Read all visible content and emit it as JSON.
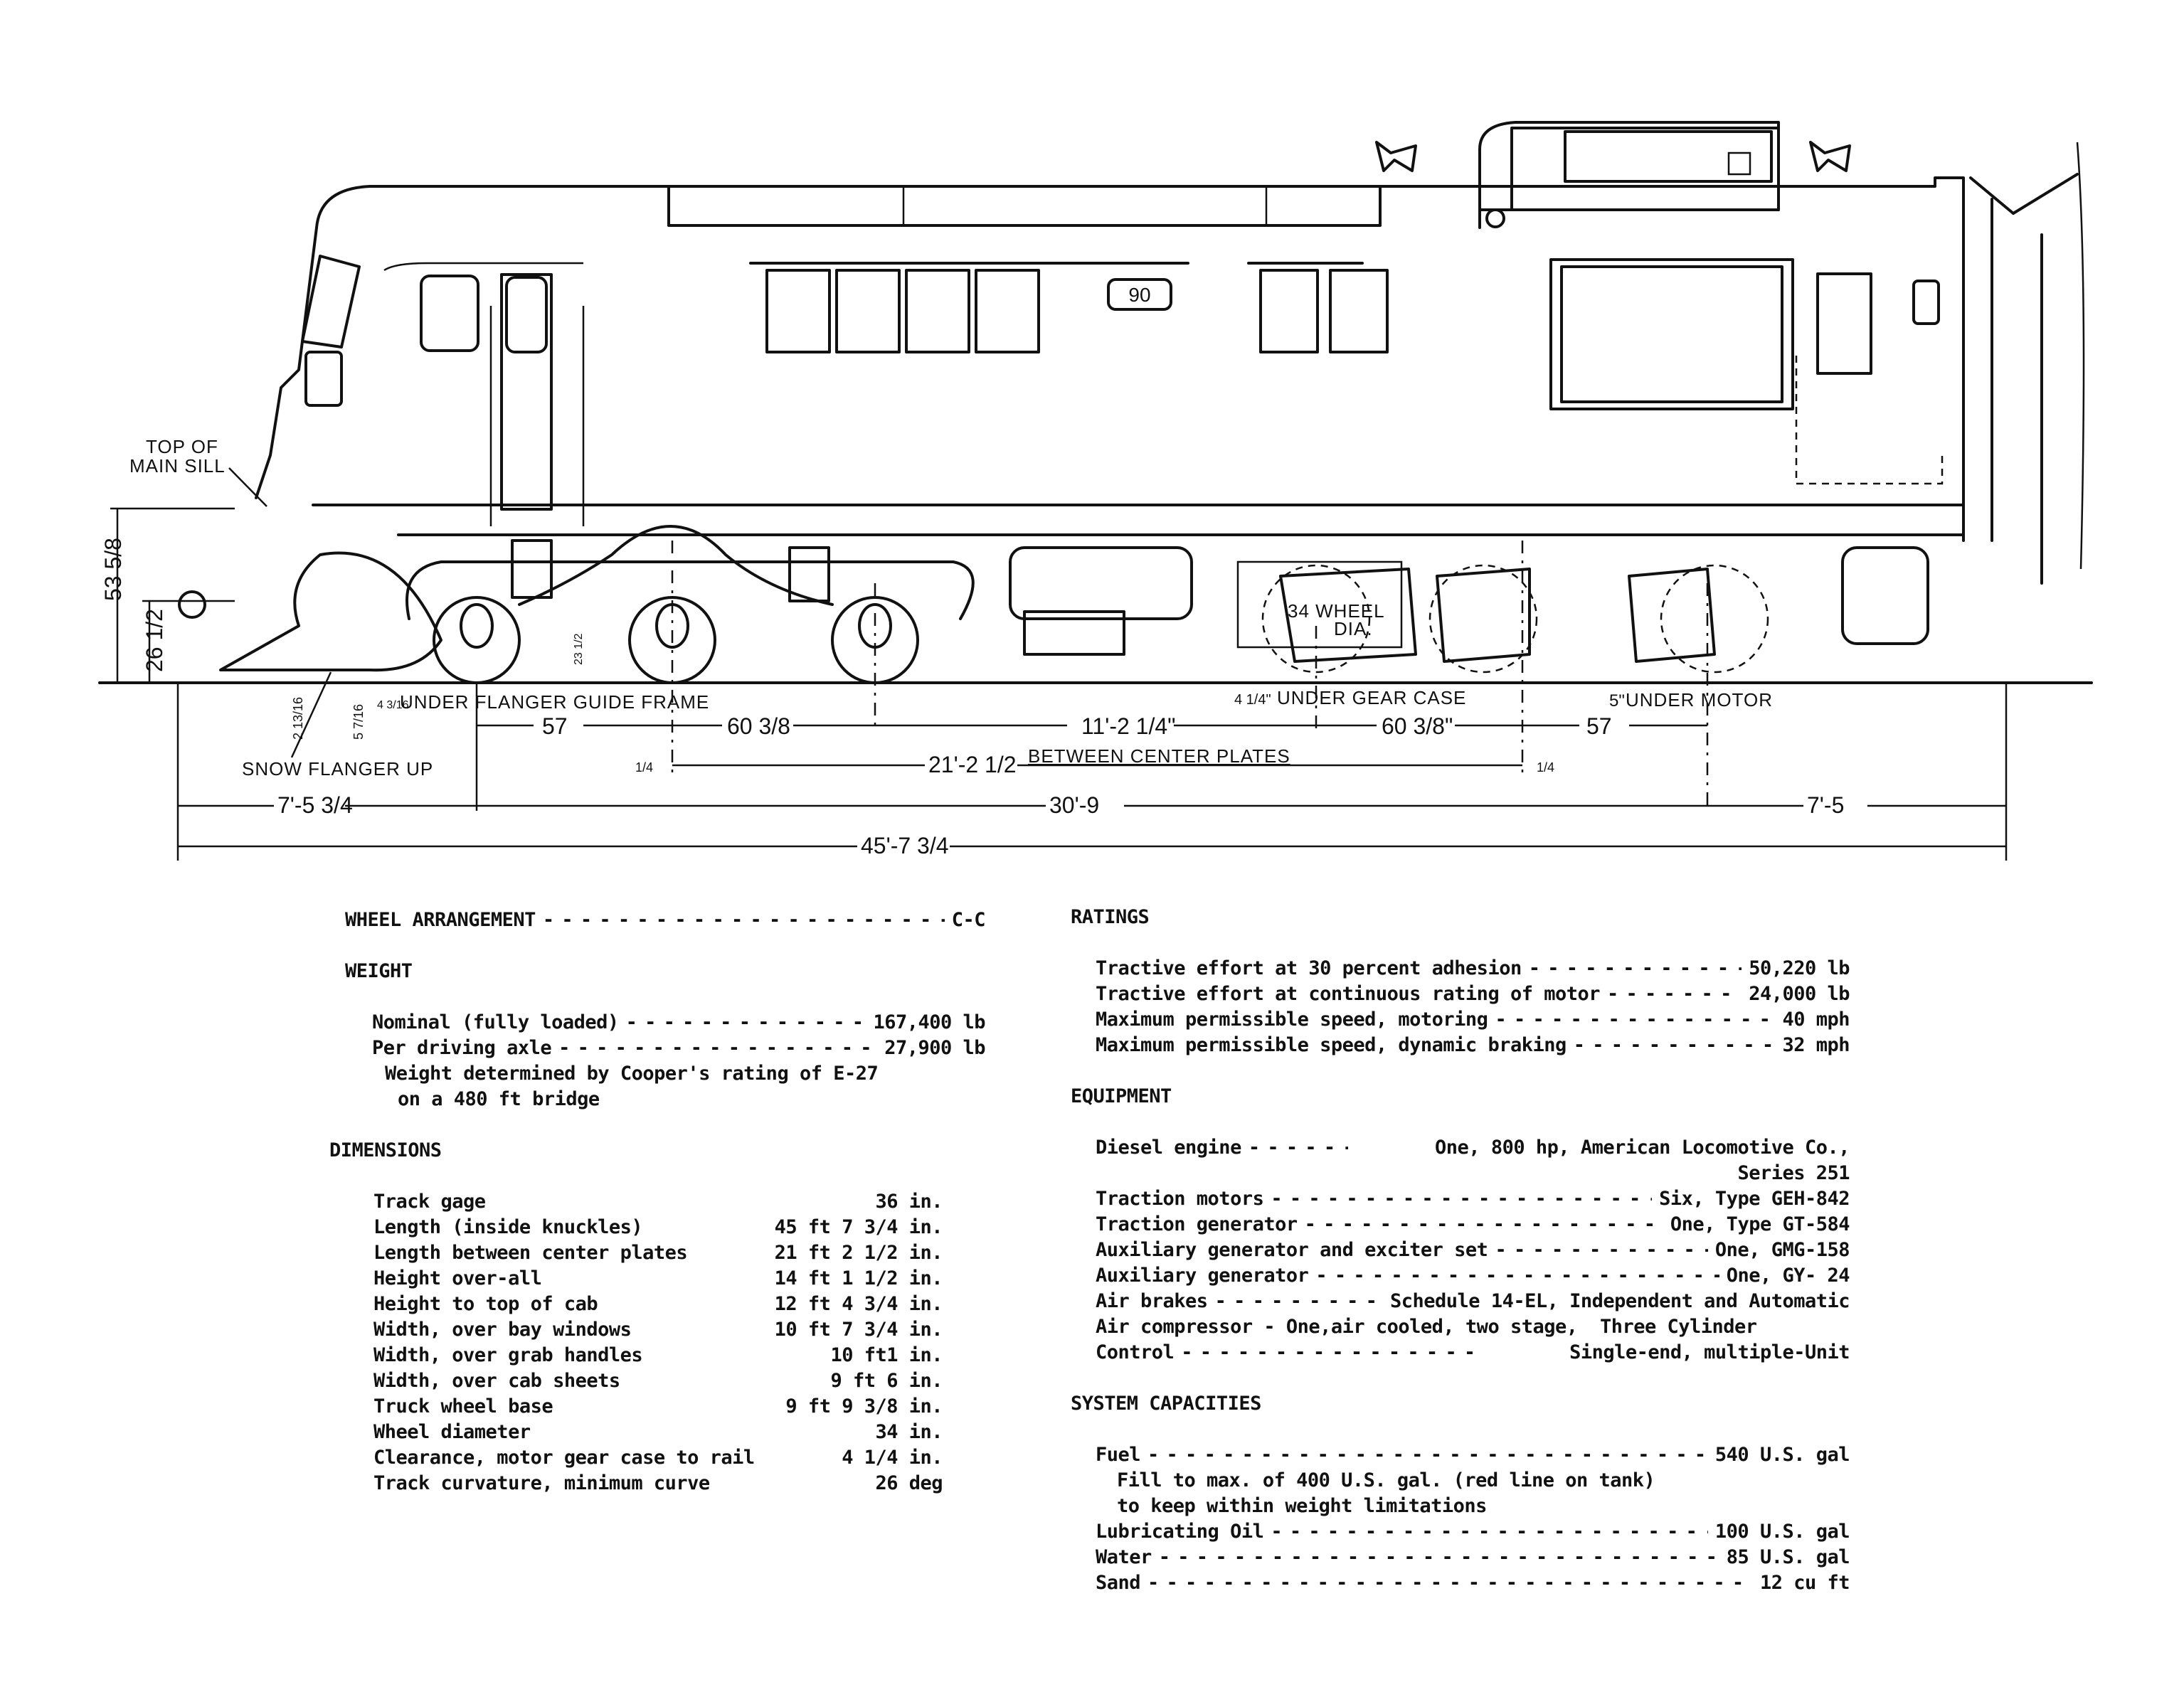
{
  "drawing": {
    "unit_number": "90",
    "labels": {
      "top_of_main_sill_1": "TOP OF",
      "top_of_main_sill_2": "MAIN SILL",
      "snow_flanger_up": "SNOW FLANGER UP",
      "under_flanger_guide_frame": "UNDER FLANGER GUIDE FRAME",
      "under_gear_case": "UNDER GEAR CASE",
      "under_motor": "UNDER MOTOR",
      "wheel_dia_1": "34 WHEEL",
      "wheel_dia_2": "DIA.",
      "between_center_plates": "BETWEEN CENTER PLATES"
    },
    "dimensions": {
      "height_sill": "53 5/8",
      "height_coupler": "26 1/2",
      "flanger_clear_1": "2 13/16",
      "flanger_clear_2": "5 7/16",
      "flanger_guide": "4 3/16",
      "gear_case": "4 1/4\"",
      "motor": "5\"",
      "truck_1_a": "57",
      "truck_1_b": "60 3/8",
      "mid_span": "11'-2 1/4\"",
      "truck_2_a": "60 3/8\"",
      "truck_2_b": "57",
      "center_plates": "21'-2 1/2",
      "quarter_l": "1/4",
      "quarter_r": "1/4",
      "overhang_front": "7'-5 3/4",
      "truck_centers_span": "30'-9",
      "overhang_rear": "7'-5",
      "overall_length": "45'-7 3/4",
      "bolster_small": "23 1/2"
    }
  },
  "specs": {
    "wheel_arrangement": {
      "label": "WHEEL ARRANGEMENT",
      "value": "C-C"
    },
    "weight": {
      "heading": "WEIGHT",
      "rows": [
        {
          "label": "Nominal (fully loaded)",
          "value": "167,400 lb"
        },
        {
          "label": "Per driving axle",
          "value": "27,900 lb"
        }
      ],
      "note_1": "Weight determined by Cooper's rating of E-27",
      "note_2": "on a 480 ft bridge"
    },
    "dimensions": {
      "heading": "DIMENSIONS",
      "rows": [
        {
          "label": "Track gage",
          "value": "36 in."
        },
        {
          "label": "Length (inside knuckles)",
          "value": "45 ft 7 3/4 in."
        },
        {
          "label": "Length between center plates",
          "value": "21 ft 2 1/2 in."
        },
        {
          "label": "Height over-all",
          "value": "14 ft 1 1/2 in."
        },
        {
          "label": "Height to top of cab",
          "value": "12 ft 4 3/4 in."
        },
        {
          "label": "Width, over bay windows",
          "value": "10 ft 7 3/4 in."
        },
        {
          "label": "Width, over grab handles",
          "value": "10 ft1 in."
        },
        {
          "label": "Width, over cab sheets",
          "value": "9 ft 6 in."
        },
        {
          "label": "Truck wheel base",
          "value": "9 ft 9 3/8 in."
        },
        {
          "label": "Wheel diameter",
          "value": "34 in."
        },
        {
          "label": "Clearance, motor gear case to rail",
          "value": "4 1/4 in."
        },
        {
          "label": "Track curvature, minimum curve",
          "value": "26 deg"
        }
      ]
    },
    "ratings": {
      "heading": "RATINGS",
      "rows": [
        {
          "label": "Tractive effort at 30 percent adhesion",
          "value": "50,220 lb"
        },
        {
          "label": "Tractive effort at continuous rating of motor",
          "value": "24,000 lb"
        },
        {
          "label": "Maximum permissible speed, motoring",
          "value": "40 mph"
        },
        {
          "label": "Maximum permissible speed, dynamic braking",
          "value": "32 mph"
        }
      ]
    },
    "equipment": {
      "heading": "EQUIPMENT",
      "diesel_label": "Diesel engine",
      "diesel_value": "One, 800 hp, American Locomotive Co.,",
      "diesel_value_2": "Series 251",
      "rows": [
        {
          "label": "Traction motors",
          "value": "Six, Type GEH-842"
        },
        {
          "label": "Traction generator",
          "value": "One, Type GT-584"
        },
        {
          "label": "Auxiliary generator and exciter set",
          "value": "One, GMG-158"
        },
        {
          "label": "Auxiliary generator",
          "value": "One, GY- 24"
        },
        {
          "label": "Air brakes",
          "value": "Schedule 14-EL, Independent and Automatic"
        }
      ],
      "compressor": "Air compressor - One,air cooled, two stage,  Three Cylinder",
      "control_label": "Control",
      "control_value": "Single-end, multiple-Unit"
    },
    "capacities": {
      "heading": "SYSTEM CAPACITIES",
      "fuel": {
        "label": "Fuel",
        "value": "540 U.S. gal"
      },
      "fuel_note_1": "Fill to max. of 400 U.S. gal. (red line on tank)",
      "fuel_note_2": "to keep within weight limitations",
      "rows": [
        {
          "label": "Lubricating Oil",
          "value": "100 U.S. gal"
        },
        {
          "label": "Water",
          "value": "85 U.S. gal"
        },
        {
          "label": "Sand",
          "value": "12 cu ft"
        }
      ]
    }
  }
}
